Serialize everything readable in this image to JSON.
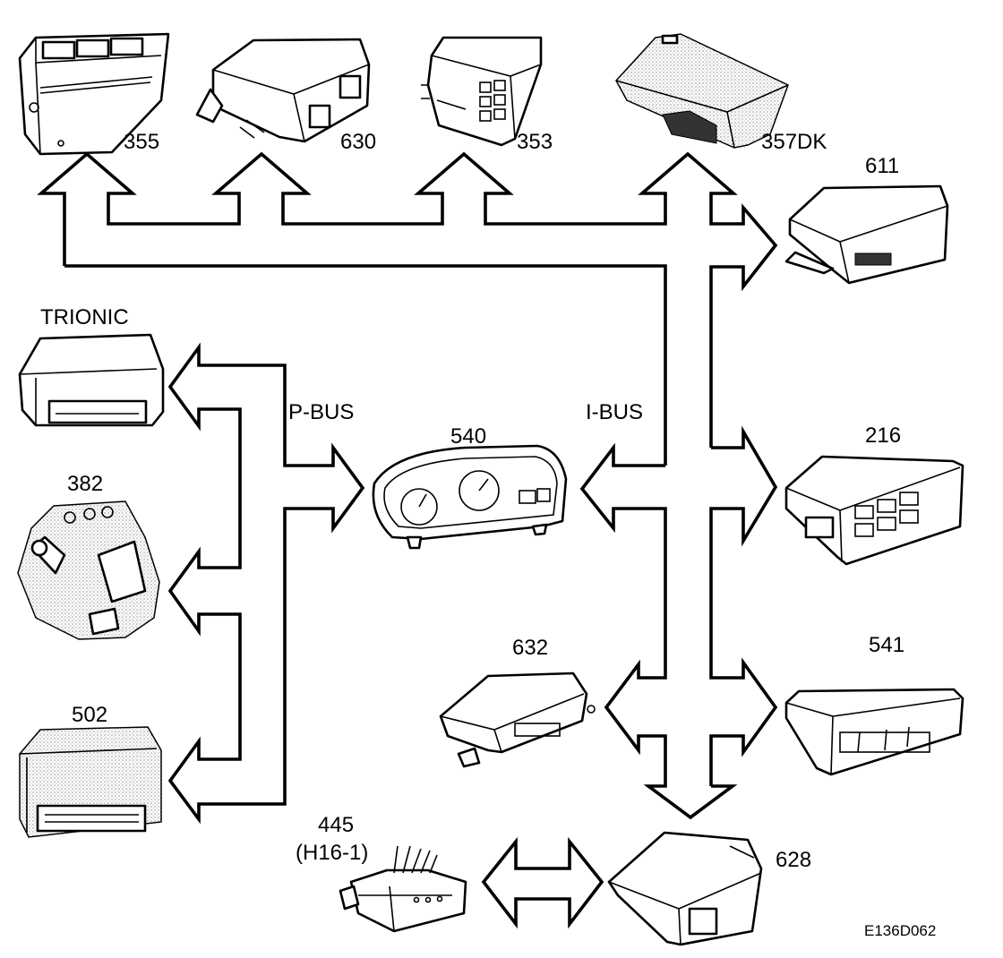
{
  "diagram": {
    "buses": {
      "p_bus": "P-BUS",
      "i_bus": "I-BUS"
    },
    "units": {
      "u355": "355",
      "u630": "630",
      "u353": "353",
      "u357dk": "357DK",
      "u611": "611",
      "trionic": "TRIONIC",
      "u382": "382",
      "u502": "502",
      "u540": "540",
      "u216": "216",
      "u632": "632",
      "u541": "541",
      "u445": "445",
      "u445_sub": "(H16-1)",
      "u628": "628"
    },
    "figure_id": "E136D062"
  }
}
